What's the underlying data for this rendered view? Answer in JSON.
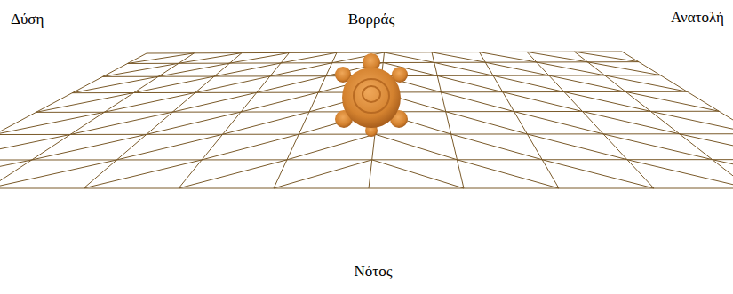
{
  "diagram": {
    "labels": [
      "Δύση",
      "Βορράς",
      "Ανατολή",
      "Νότος"
    ]
  }
}
